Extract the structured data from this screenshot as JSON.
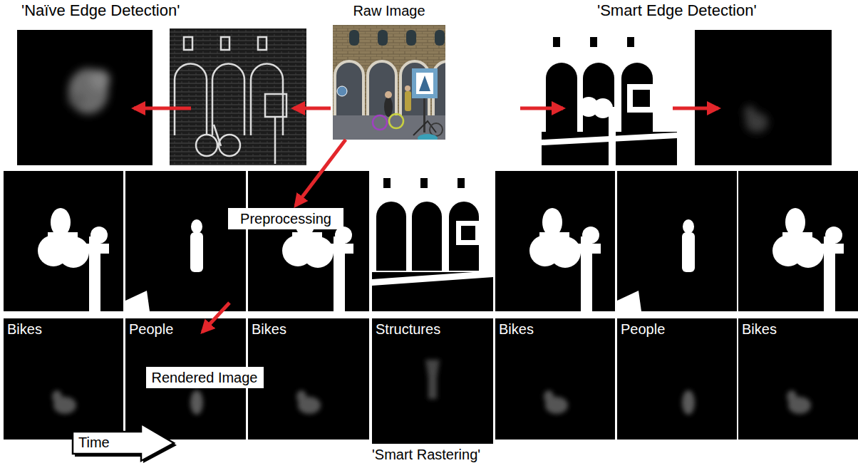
{
  "diagram": {
    "nodes": [
      {
        "text": [
          "Raw Image"
        ]
      },
      {
        "text": [
          "Preprocessing"
        ]
      },
      {
        "text": [
          "Bikes"
        ]
      },
      {
        "text": [
          "People"
        ]
      },
      {
        "text": [
          "Rendered Image"
        ]
      },
      {
        "text": [
          "Bikes"
        ]
      },
      {
        "text": [
          "Structures"
        ]
      },
      {
        "text": [
          "Bikes"
        ]
      },
      {
        "text": [
          "People"
        ]
      },
      {
        "text": [
          "Bikes"
        ]
      },
      {
        "text": [
          "Time"
        ]
      }
    ],
    "edges": [
      {
        "from": 0,
        "to": 1,
        "arrow": "to"
      }
    ],
    "labels": [
      "'Naïve Edge Detection'",
      "'Smart Edge Detection'",
      "'Smart Rastering'"
    ]
  }
}
